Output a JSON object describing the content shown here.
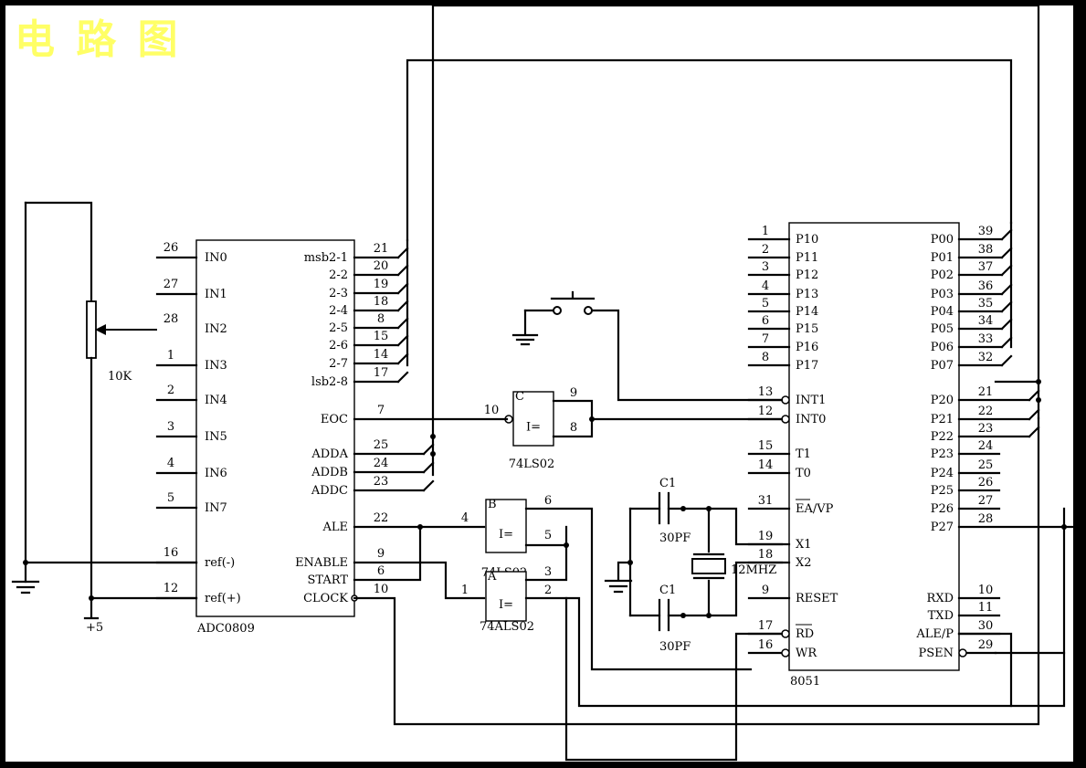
{
  "title": "电 路 图",
  "colors": {
    "background": "#000000",
    "paper": "#ffffff",
    "line": "#000000",
    "title": "#ffff66"
  },
  "adc": {
    "name": "ADC0809",
    "left_pins": [
      {
        "num": "26",
        "label": "IN0"
      },
      {
        "num": "27",
        "label": "IN1"
      },
      {
        "num": "28",
        "label": "IN2"
      },
      {
        "num": "1",
        "label": "IN3"
      },
      {
        "num": "2",
        "label": "IN4"
      },
      {
        "num": "3",
        "label": "IN5"
      },
      {
        "num": "4",
        "label": "IN6"
      },
      {
        "num": "5",
        "label": "IN7"
      },
      {
        "num": "16",
        "label": "ref(-)"
      },
      {
        "num": "12",
        "label": "ref(+)"
      }
    ],
    "right_pins": [
      {
        "num": "21",
        "label": "msb2-1"
      },
      {
        "num": "20",
        "label": "2-2"
      },
      {
        "num": "19",
        "label": "2-3"
      },
      {
        "num": "18",
        "label": "2-4"
      },
      {
        "num": "8",
        "label": "2-5"
      },
      {
        "num": "15",
        "label": "2-6"
      },
      {
        "num": "14",
        "label": "2-7"
      },
      {
        "num": "17",
        "label": "lsb2-8"
      },
      {
        "num": "7",
        "label": "EOC"
      },
      {
        "num": "25",
        "label": "ADDA"
      },
      {
        "num": "24",
        "label": "ADDB"
      },
      {
        "num": "23",
        "label": "ADDC"
      },
      {
        "num": "22",
        "label": "ALE"
      },
      {
        "num": "9",
        "label": "ENABLE"
      },
      {
        "num": "6",
        "label": "START"
      },
      {
        "num": "10",
        "label": "CLOCK"
      }
    ]
  },
  "mcu": {
    "name": "8051",
    "left_pins": [
      {
        "num": "1",
        "label": "P10"
      },
      {
        "num": "2",
        "label": "P11"
      },
      {
        "num": "3",
        "label": "P12"
      },
      {
        "num": "4",
        "label": "P13"
      },
      {
        "num": "5",
        "label": "P14"
      },
      {
        "num": "6",
        "label": "P15"
      },
      {
        "num": "7",
        "label": "P16"
      },
      {
        "num": "8",
        "label": "P17"
      },
      {
        "num": "13",
        "label": "INT1"
      },
      {
        "num": "12",
        "label": "INT0"
      },
      {
        "num": "15",
        "label": "T1"
      },
      {
        "num": "14",
        "label": "T0"
      },
      {
        "num": "31",
        "label": "EA/VP"
      },
      {
        "num": "19",
        "label": "X1"
      },
      {
        "num": "18",
        "label": "X2"
      },
      {
        "num": "9",
        "label": "RESET"
      },
      {
        "num": "17",
        "label": "RD"
      },
      {
        "num": "16",
        "label": "WR"
      }
    ],
    "right_pins": [
      {
        "num": "39",
        "label": "P00"
      },
      {
        "num": "38",
        "label": "P01"
      },
      {
        "num": "37",
        "label": "P02"
      },
      {
        "num": "36",
        "label": "P03"
      },
      {
        "num": "35",
        "label": "P04"
      },
      {
        "num": "34",
        "label": "P05"
      },
      {
        "num": "33",
        "label": "P06"
      },
      {
        "num": "32",
        "label": "P07"
      },
      {
        "num": "21",
        "label": "P20"
      },
      {
        "num": "22",
        "label": "P21"
      },
      {
        "num": "23",
        "label": "P22"
      },
      {
        "num": "24",
        "label": "P23"
      },
      {
        "num": "25",
        "label": "P24"
      },
      {
        "num": "26",
        "label": "P25"
      },
      {
        "num": "27",
        "label": "P26"
      },
      {
        "num": "28",
        "label": "P27"
      },
      {
        "num": "10",
        "label": "RXD"
      },
      {
        "num": "11",
        "label": "TXD"
      },
      {
        "num": "30",
        "label": "ALE/P"
      },
      {
        "num": "29",
        "label": "PSEN"
      }
    ]
  },
  "gates": [
    {
      "letter": "C",
      "sym": "I=",
      "in_a": "10",
      "out": "9",
      "in_b": "8",
      "part": "74LS02"
    },
    {
      "letter": "B",
      "sym": "I=",
      "in_a": "4",
      "out": "6",
      "in_b": "5",
      "part": "74LS02"
    },
    {
      "letter": "A",
      "sym": "I=",
      "in_a": "1",
      "out": "3",
      "in_b": "2",
      "part": "74ALS02"
    }
  ],
  "components": {
    "pot_label": "10K",
    "vcc_label": "+5",
    "cap1": {
      "name": "C1",
      "value": "30PF"
    },
    "cap2": {
      "name": "C1",
      "value": "30PF"
    },
    "crystal": "12MHZ"
  }
}
